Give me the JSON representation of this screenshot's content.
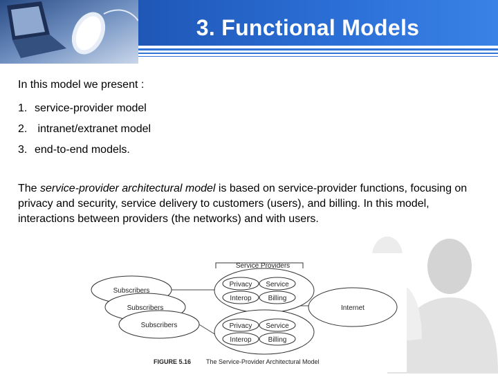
{
  "slide": {
    "title": "3. Functional Models",
    "intro": "In this model we present :",
    "list": [
      {
        "num": "1.",
        "text": "service-provider model"
      },
      {
        "num": "2.",
        "text": " intranet/extranet model"
      },
      {
        "num": "3.",
        "text": "end-to-end models."
      }
    ],
    "paragraph": {
      "lead": "The ",
      "emphasis": "service-provider architectural model",
      "rest": " is based on service-provider functions, focusing on privacy and security, service delivery to customers (users), and billing. In this model, interactions between providers (the networks) and with users."
    }
  },
  "diagram": {
    "group_label": "Service Providers",
    "subscribers": [
      "Subscribers",
      "Subscribers",
      "Subscribers"
    ],
    "provider_top": {
      "privacy": "Privacy",
      "service": "Service",
      "interop": "Interop",
      "billing": "Billing"
    },
    "provider_bottom": {
      "privacy": "Privacy",
      "service": "Service",
      "interop": "Interop",
      "billing": "Billing"
    },
    "internet": "Internet",
    "caption_number": "FIGURE 5.16",
    "caption_text": "The Service-Provider Architectural Model"
  },
  "icons": [
    "laptop-mouse-photo",
    "person-watermark"
  ],
  "colors": {
    "header_blue": "#2b6fd6",
    "stripe_blue": "#2f72d8",
    "title_text": "#ffffff"
  }
}
